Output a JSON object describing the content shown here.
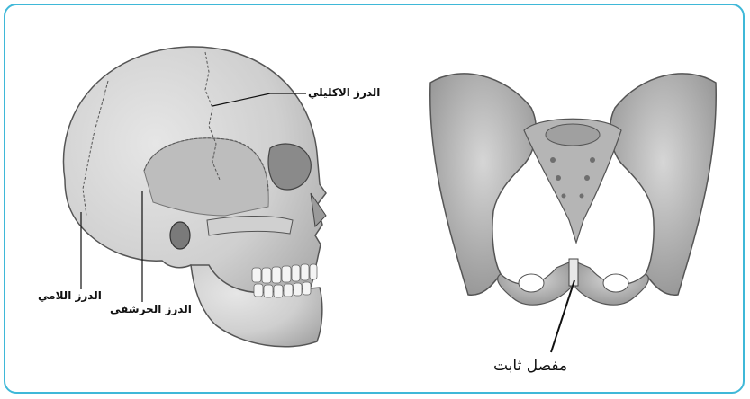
{
  "figure": {
    "frame_color": "#3fb8d8",
    "bone_color": "#c9c9c9",
    "skull": {
      "labels": {
        "coronal": "الدرز الاكليلي",
        "lambdoid": "الدرز اللامي",
        "squamous": "الدرز الحرشفي"
      }
    },
    "pelvis": {
      "labels": {
        "fixed_joint": "مفصل ثابت"
      }
    }
  }
}
